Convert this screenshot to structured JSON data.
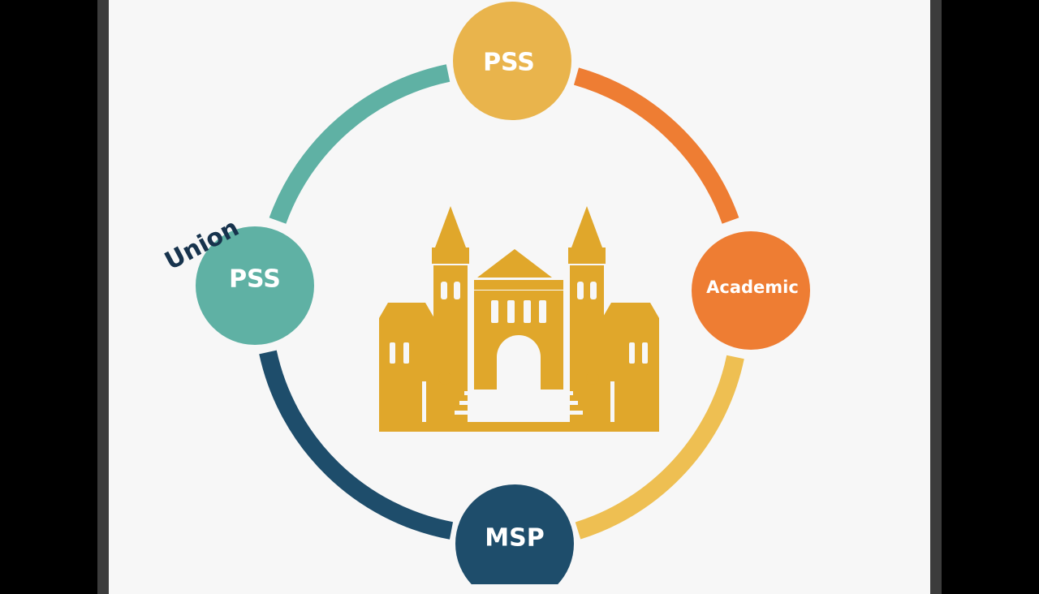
{
  "nodes": {
    "top": {
      "label": "PSS",
      "color": "#e9b44c"
    },
    "left": {
      "label": "PSS",
      "color": "#5fb1a4"
    },
    "right": {
      "label": "Academic",
      "color": "#ee7d33"
    },
    "bottom": {
      "label": "MSP",
      "color": "#1e4d6b"
    }
  },
  "side_tags": {
    "left": "Union"
  },
  "arcs": {
    "top_right": "#ee7d33",
    "right_bottom": "#eebf52",
    "bottom_left": "#1e4d6b",
    "left_top": "#5fb1a4"
  },
  "center_icon": {
    "name": "university-building-icon",
    "color": "#e0a72b"
  },
  "colors": {
    "background": "#f7f7f7",
    "frame": "#000000",
    "bezel": "#3c3c3c",
    "tag_text": "#17334d"
  }
}
